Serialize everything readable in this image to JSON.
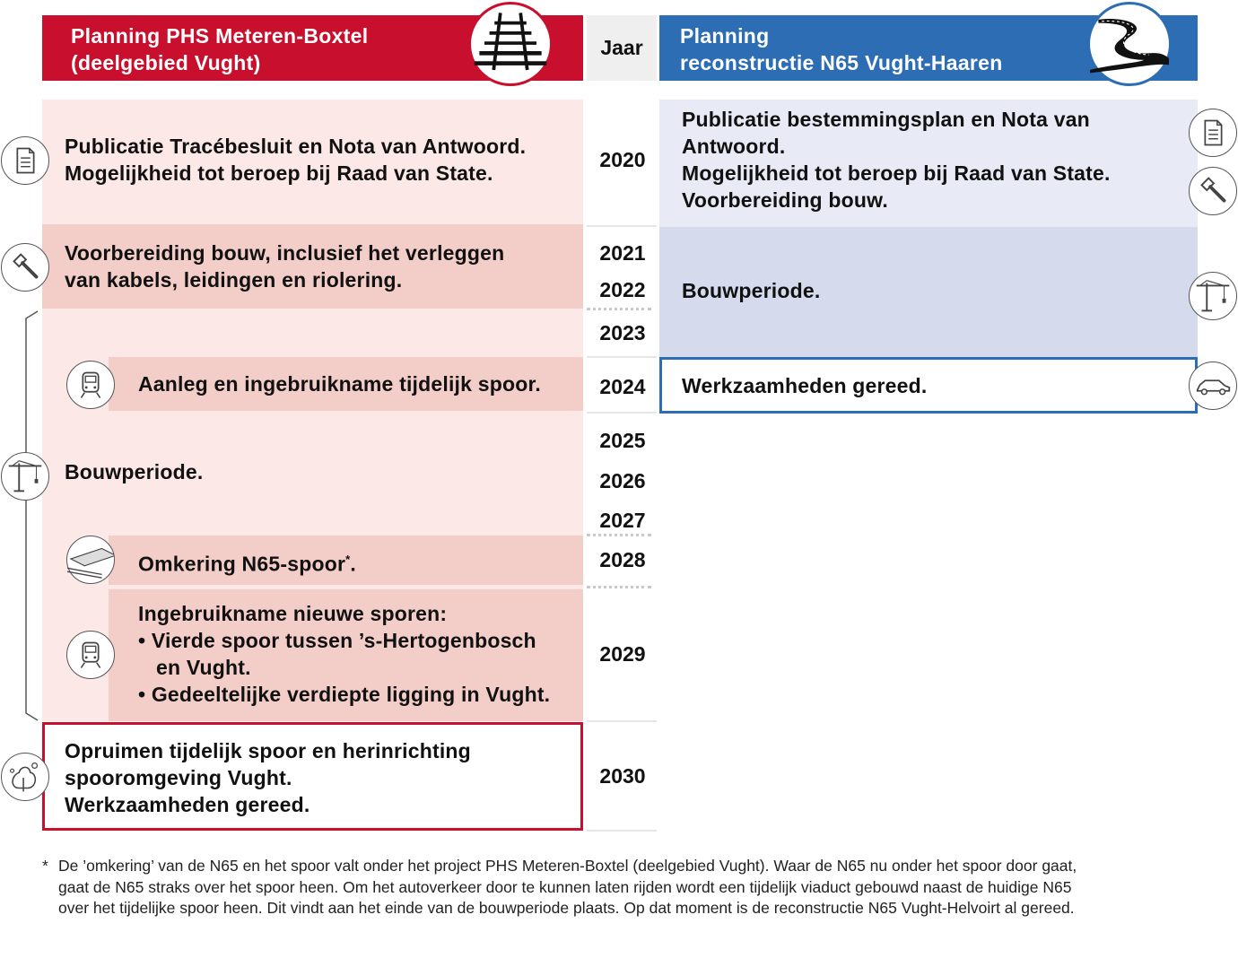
{
  "left_header": {
    "line1": "Planning PHS Meteren-Boxtel",
    "line2": "(deelgebied Vught)"
  },
  "year_header": "Jaar",
  "right_header": {
    "line1": "Planning",
    "line2": "reconstructie N65 Vught-Haaren"
  },
  "years": [
    "2020",
    "2021",
    "2022",
    "2023",
    "2024",
    "2025",
    "2026",
    "2027",
    "2028",
    "2029",
    "2030"
  ],
  "left_blocks": {
    "publicatie": [
      "Publicatie Tracébesluit en Nota van Antwoord.",
      "Mogelijkheid tot beroep bij Raad van State."
    ],
    "voorbereiding": [
      "Voorbereiding bouw, inclusief het verleggen",
      "van kabels, leidingen en riolering."
    ],
    "aanleg": "Aanleg en ingebruikname tijdelijk spoor.",
    "bouwperiode": "Bouwperiode.",
    "omkering": "Omkering N65-spoor",
    "omkering_mark": "*",
    "omkering_end": ".",
    "ingebruikname": [
      "Ingebruikname nieuwe sporen:",
      "• Vierde spoor tussen ’s-Hertogenbosch",
      "en Vught.",
      "• Gedeeltelijke verdiepte ligging in Vught."
    ],
    "opruimen": [
      "Opruimen tijdelijk spoor en herinrichting",
      "spooromgeving Vught.",
      "Werkzaamheden gereed."
    ]
  },
  "right_blocks": {
    "publicatie": [
      "Publicatie bestemmingsplan en Nota van",
      "Antwoord.",
      "Mogelijkheid tot beroep bij Raad van State.",
      "Voorbereiding bouw."
    ],
    "bouwperiode": "Bouwperiode.",
    "gereed": "Werkzaamheden gereed."
  },
  "footnote": {
    "star": "*",
    "lines": [
      "De ’omkering’ van de N65 en het spoor valt onder het project PHS Meteren-Boxtel (deelgebied Vught). Waar de N65 nu onder het spoor door gaat,",
      "gaat de N65 straks over het spoor heen. Om het autoverkeer door te kunnen laten rijden wordt een tijdelijk viaduct gebouwd naast de huidige N65",
      "over het tijdelijke spoor heen. Dit vindt aan het einde van de bouwperiode plaats. Op dat moment is de reconstructie N65 Vught-Helvoirt al gereed."
    ]
  },
  "colors": {
    "rail_red": "#c8102e",
    "road_blue": "#2c6db4",
    "pink_light": "#fbe8e7",
    "pink_dark": "#f3cdc8",
    "blue_light": "#e8eaf6",
    "blue_dark": "#d5daec"
  },
  "icons": [
    "railway-track-icon",
    "road-icon",
    "document-icon",
    "hammer-icon",
    "crane-icon",
    "train-icon",
    "overpass-icon",
    "nature-icon",
    "car-icon"
  ]
}
